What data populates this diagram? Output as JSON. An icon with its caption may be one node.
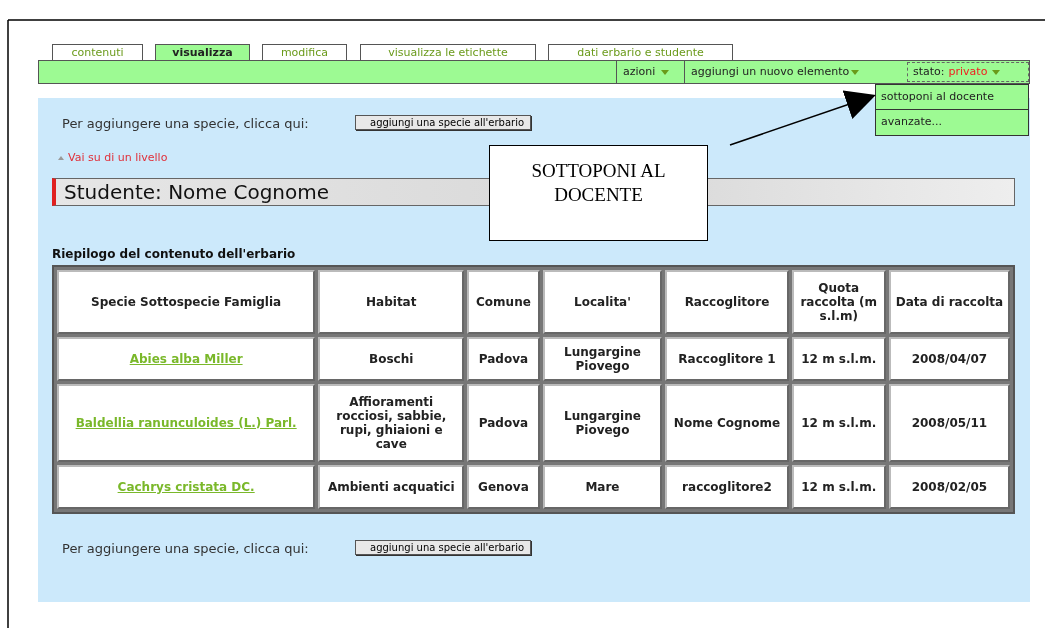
{
  "diagram": {
    "nodes": [
      {
        "text": [
          "SOTTOPONI AL DOCENTE"
        ]
      },
      {
        "text": [
          "sottoponi al docente"
        ]
      }
    ],
    "edges": [
      {
        "from": 0,
        "to": 1,
        "arrow": "to"
      }
    ],
    "labels": [
      "contenuti",
      "visualizza",
      "modifica",
      "visualizza le etichette",
      "dati erbario e studente",
      "azioni",
      "aggiungi un nuovo elemento",
      "stato:",
      "privato",
      "avanzate...",
      "Per aggiungere una specie, clicca qui:",
      "aggiungi una specie all'erbario",
      "Vai su di un livello",
      "Studente: Nome Cognome",
      "Riepilogo del contenuto dell'erbario",
      "Specie Sottospecie Famiglia",
      "Habitat",
      "Comune",
      "Localita'",
      "Raccoglitore",
      "Quota raccolta (m s.l.m)",
      "Data di raccolta",
      "Abies alba Miller",
      "Boschi",
      "Padova",
      "Lungargine Piovego",
      "Raccoglitore 1",
      "12 m s.l.m.",
      "2008/04/07",
      "Baldellia ranunculoides (L.) Parl.",
      "Affioramenti rocciosi, sabbie, rupi, ghiaioni e cave",
      "Padova",
      "Lungargine Piovego",
      "Nome Cognome",
      "12 m s.l.m.",
      "2008/05/11",
      "Cachrys cristata DC.",
      "Ambienti acquatici",
      "Genova",
      "Mare",
      "raccoglitore2",
      "12 m s.l.m.",
      "2008/02/05",
      "Per aggiungere una specie, clicca qui:",
      "aggiungi una specie all'erbario"
    ]
  }
}
